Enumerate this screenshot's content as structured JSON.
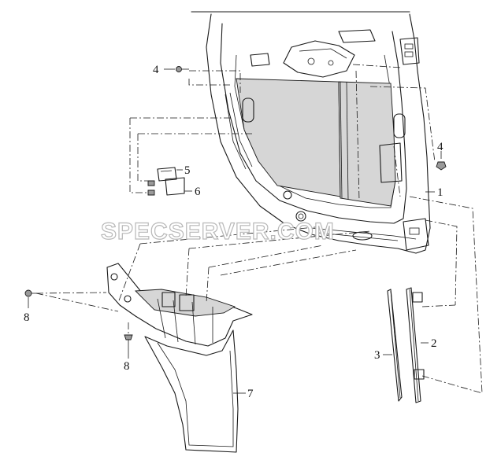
{
  "callouts": {
    "c1": "1",
    "c2": "2",
    "c3": "3",
    "c4a": "4",
    "c4b": "4",
    "c5": "5",
    "c6": "6",
    "c7": "7",
    "c8a": "8",
    "c8b": "8"
  },
  "watermark": "SPECSERVER.COM"
}
